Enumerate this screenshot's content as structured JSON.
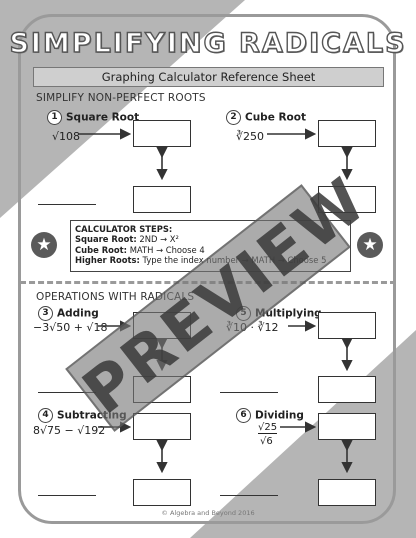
{
  "title": "SIMPLIFYING RADICALS",
  "subtitle": "Graphing Calculator Reference Sheet",
  "section1": "SIMPLIFY NON-PERFECT ROOTS",
  "section2": "OPERATIONS WITH RADICALS",
  "problems": [
    {
      "num": "1",
      "label": "Square Root",
      "expr": "√108"
    },
    {
      "num": "2",
      "label": "Cube Root",
      "expr": "∛250"
    },
    {
      "num": "3",
      "label": "Adding",
      "expr": "−3√50 + √18"
    },
    {
      "num": "5",
      "label": "Multiplying",
      "expr": "∛10 · ∛12"
    },
    {
      "num": "4",
      "label": "Subtracting",
      "expr": "8√75 − √192"
    },
    {
      "num": "6",
      "label": "Dividing",
      "expr_num": "√25",
      "expr_den": "√6"
    }
  ],
  "steps": {
    "heading": "CALCULATOR STEPS:",
    "square_label": "Square Root:",
    "square_text": "2ND → X²",
    "cube_label": "Cube Root:",
    "cube_text": "MATH → Choose 4",
    "higher_label": "Higher Roots:",
    "higher_text": "Type the index number → MATH → Choose 5"
  },
  "watermark": "PREVIEW",
  "footer": "© Algebra and Beyond 2016",
  "colors": {
    "corner": "#b5b5b5",
    "watermark": "#7a7a7a",
    "frame": "#9a9a9a"
  },
  "icons": [
    "star-icon",
    "star-icon",
    "up-down-arrow-icon",
    "right-arrow-icon"
  ]
}
